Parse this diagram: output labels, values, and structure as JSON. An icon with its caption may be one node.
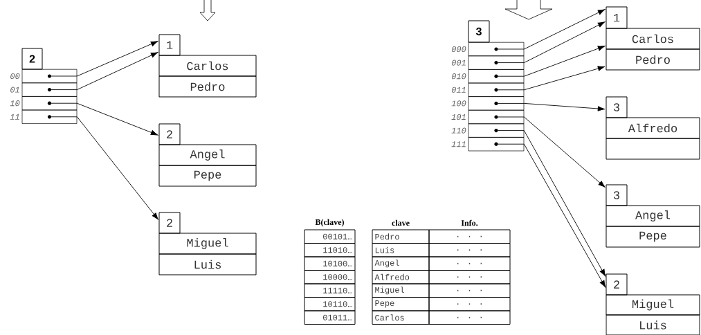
{
  "diagram": {
    "nodes": [
      {
        "text": [
          "2"
        ]
      },
      {
        "text": [],
        "shape": "box",
        "beside": [
          "00"
        ]
      },
      {
        "text": [],
        "shape": "box",
        "beside": [
          "01"
        ]
      },
      {
        "text": [],
        "shape": "box",
        "beside": [
          "10"
        ]
      },
      {
        "text": [],
        "shape": "box",
        "beside": [
          "11"
        ]
      },
      {
        "text": [
          "1",
          "Carlos",
          "Pedro"
        ]
      },
      {
        "text": [
          "2",
          "Angel",
          "Pepe"
        ]
      },
      {
        "text": [
          "2",
          "Miguel",
          "Luis"
        ]
      },
      {
        "text": [
          "3"
        ]
      },
      {
        "text": [],
        "shape": "box",
        "beside": [
          "000"
        ]
      },
      {
        "text": [],
        "shape": "box",
        "beside": [
          "001"
        ]
      },
      {
        "text": [],
        "shape": "box",
        "beside": [
          "010"
        ]
      },
      {
        "text": [],
        "shape": "box",
        "beside": [
          "011"
        ]
      },
      {
        "text": [],
        "shape": "box",
        "beside": [
          "100"
        ]
      },
      {
        "text": [],
        "shape": "box",
        "beside": [
          "101"
        ]
      },
      {
        "text": [],
        "shape": "box",
        "beside": [
          "110"
        ]
      },
      {
        "text": [],
        "shape": "box",
        "beside": [
          "111"
        ]
      },
      {
        "text": [
          "1",
          "Carlos",
          "Pedro"
        ]
      },
      {
        "text": [
          "3",
          "Alfredo"
        ]
      },
      {
        "text": [
          "3",
          "Angel",
          "Pepe"
        ]
      },
      {
        "text": [
          "2",
          "Miguel",
          "Luis"
        ]
      }
    ],
    "edges": [
      {
        "from": 1,
        "to": 5,
        "arrow": "to"
      },
      {
        "from": 2,
        "to": 5,
        "arrow": "to"
      },
      {
        "from": 3,
        "to": 6,
        "arrow": "to"
      },
      {
        "from": 4,
        "to": 7,
        "arrow": "to"
      },
      {
        "from": 9,
        "to": 17,
        "arrow": "to"
      },
      {
        "from": 10,
        "to": 17,
        "arrow": "to"
      },
      {
        "from": 11,
        "to": 17,
        "arrow": "to"
      },
      {
        "from": 12,
        "to": 17,
        "arrow": "to"
      },
      {
        "from": 13,
        "to": 18,
        "arrow": "to"
      },
      {
        "from": 14,
        "to": 19,
        "arrow": "to"
      },
      {
        "from": 15,
        "to": 20,
        "arrow": "to"
      },
      {
        "from": 16,
        "to": 20,
        "arrow": "to"
      }
    ],
    "labels": [
      "B(clave)",
      "clave",
      "Info.",
      "00101…",
      "Pedro",
      ". . .",
      "11010…",
      "Luis",
      ". . .",
      "10100…",
      "Angel",
      ". . .",
      "10000…",
      "Alfredo",
      ". . .",
      "11110…",
      "Miguel",
      ". . .",
      "10110…",
      "Pepe",
      ". . .",
      "01011…",
      "Carlos",
      ". . ."
    ]
  }
}
